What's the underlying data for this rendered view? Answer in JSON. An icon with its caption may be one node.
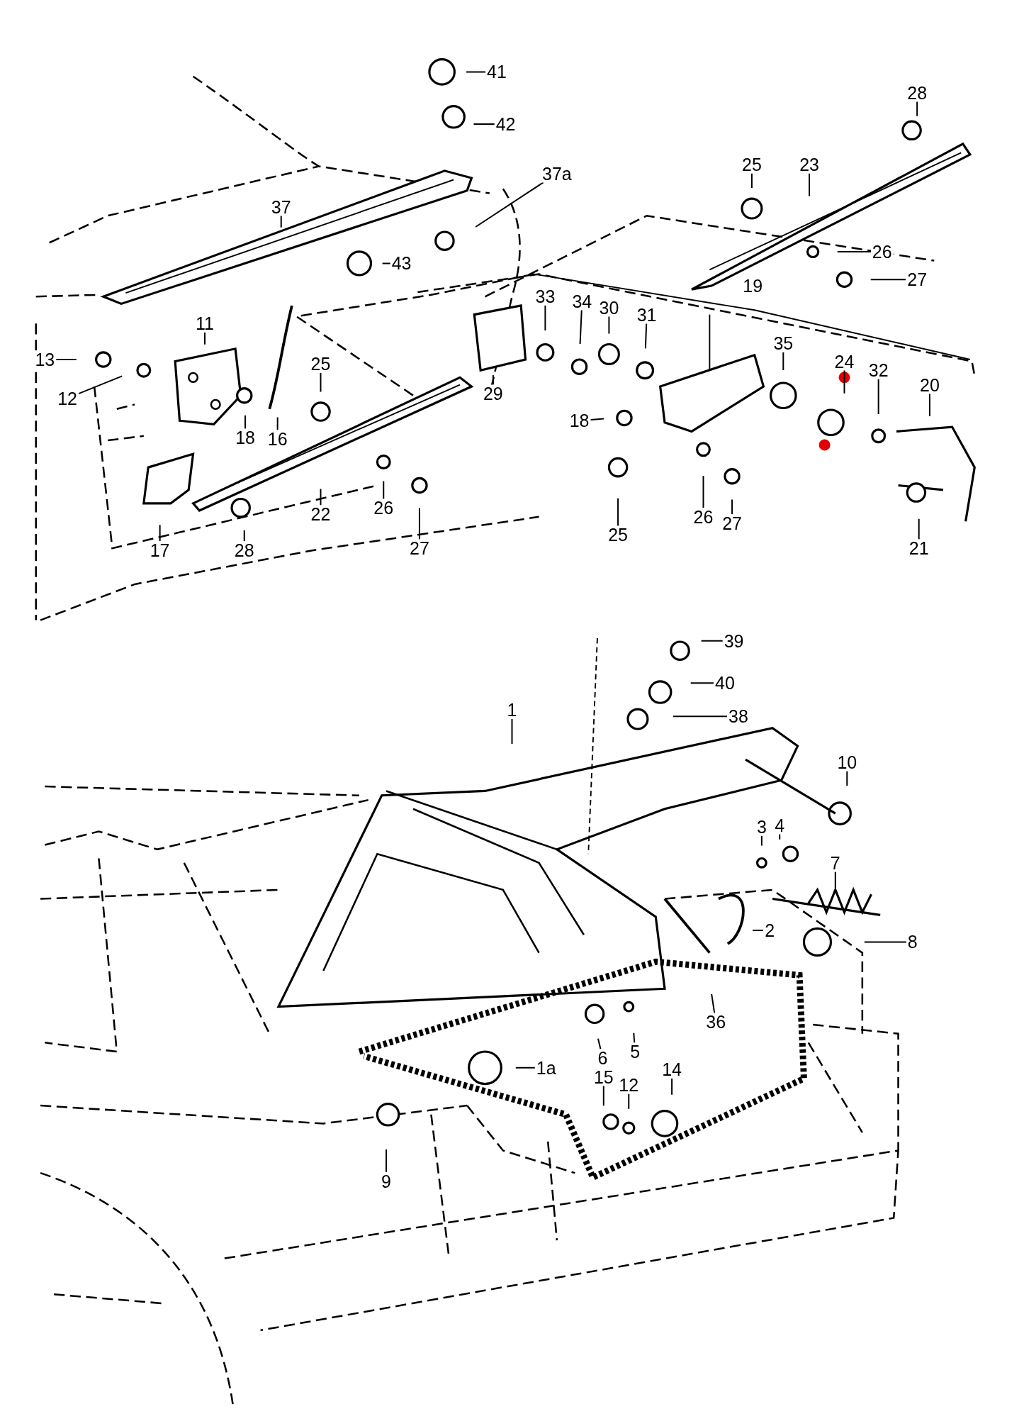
{
  "diagram": {
    "nodes": [
      {
        "text": [
          "41"
        ]
      },
      {
        "text": [
          "42"
        ]
      },
      {
        "text": [
          "37a"
        ]
      },
      {
        "text": [
          "37"
        ]
      },
      {
        "text": [
          "43"
        ]
      },
      {
        "text": [
          "28"
        ]
      },
      {
        "text": [
          "25"
        ]
      },
      {
        "text": [
          "23"
        ]
      },
      {
        "text": [
          "26"
        ]
      },
      {
        "text": [
          "27"
        ]
      },
      {
        "text": [
          "33"
        ]
      },
      {
        "text": [
          "34"
        ]
      },
      {
        "text": [
          "30"
        ]
      },
      {
        "text": [
          "31"
        ]
      },
      {
        "text": [
          "11"
        ]
      },
      {
        "text": [
          "13"
        ]
      },
      {
        "text": [
          "35"
        ]
      },
      {
        "text": [
          "24"
        ]
      },
      {
        "text": [
          "32"
        ]
      },
      {
        "text": [
          "20"
        ]
      },
      {
        "text": [
          "25"
        ]
      },
      {
        "text": [
          "12"
        ]
      },
      {
        "text": [
          "29"
        ]
      },
      {
        "text": [
          "18"
        ]
      },
      {
        "text": [
          "18"
        ]
      },
      {
        "text": [
          "16"
        ]
      },
      {
        "text": [
          "22"
        ]
      },
      {
        "text": [
          "26"
        ]
      },
      {
        "text": [
          "26"
        ]
      },
      {
        "text": [
          "27"
        ]
      },
      {
        "text": [
          "25"
        ]
      },
      {
        "text": [
          "27"
        ]
      },
      {
        "text": [
          "17"
        ]
      },
      {
        "text": [
          "28"
        ]
      },
      {
        "text": [
          "21"
        ]
      },
      {
        "text": [
          "39"
        ]
      },
      {
        "text": [
          "40"
        ]
      },
      {
        "text": [
          "38"
        ]
      },
      {
        "text": [
          "1"
        ]
      },
      {
        "text": [
          "10"
        ]
      },
      {
        "text": [
          "3"
        ]
      },
      {
        "text": [
          "4"
        ]
      },
      {
        "text": [
          "7"
        ]
      },
      {
        "text": [
          "2"
        ]
      },
      {
        "text": [
          "8"
        ]
      },
      {
        "text": [
          "36"
        ]
      },
      {
        "text": [
          "6"
        ]
      },
      {
        "text": [
          "5"
        ]
      },
      {
        "text": [
          "15"
        ]
      },
      {
        "text": [
          "12"
        ]
      },
      {
        "text": [
          "14"
        ]
      },
      {
        "text": [
          "1a"
        ]
      },
      {
        "text": [
          "9"
        ]
      }
    ],
    "edges": [
      {
        "from": 0,
        "to": null,
        "arrow": "none"
      },
      {
        "from": 1,
        "to": null,
        "arrow": "none"
      },
      {
        "from": 2,
        "to": null,
        "arrow": "none"
      },
      {
        "from": 3,
        "to": null,
        "arrow": "none"
      },
      {
        "from": 4,
        "to": null,
        "arrow": "none"
      },
      {
        "from": 5,
        "to": null,
        "arrow": "none"
      },
      {
        "from": 6,
        "to": null,
        "arrow": "none"
      },
      {
        "from": 7,
        "to": null,
        "arrow": "none"
      },
      {
        "from": 8,
        "to": null,
        "arrow": "none"
      },
      {
        "from": 9,
        "to": null,
        "arrow": "none"
      },
      {
        "from": 10,
        "to": null,
        "arrow": "none"
      },
      {
        "from": 11,
        "to": null,
        "arrow": "none"
      },
      {
        "from": 12,
        "to": null,
        "arrow": "none"
      },
      {
        "from": 13,
        "to": null,
        "arrow": "none"
      },
      {
        "from": 14,
        "to": null,
        "arrow": "none"
      },
      {
        "from": 15,
        "to": null,
        "arrow": "none"
      },
      {
        "from": 16,
        "to": null,
        "arrow": "none"
      },
      {
        "from": 17,
        "to": null,
        "arrow": "none"
      },
      {
        "from": 18,
        "to": null,
        "arrow": "none"
      },
      {
        "from": 19,
        "to": null,
        "arrow": "none"
      },
      {
        "from": 20,
        "to": null,
        "arrow": "none"
      },
      {
        "from": 21,
        "to": null,
        "arrow": "none"
      },
      {
        "from": 22,
        "to": null,
        "arrow": "none"
      },
      {
        "from": 23,
        "to": null,
        "arrow": "none"
      },
      {
        "from": 24,
        "to": null,
        "arrow": "none"
      },
      {
        "from": 25,
        "to": null,
        "arrow": "none"
      },
      {
        "from": 26,
        "to": null,
        "arrow": "none"
      },
      {
        "from": 27,
        "to": null,
        "arrow": "none"
      },
      {
        "from": 28,
        "to": null,
        "arrow": "none"
      },
      {
        "from": 29,
        "to": null,
        "arrow": "none"
      },
      {
        "from": 30,
        "to": null,
        "arrow": "none"
      },
      {
        "from": 31,
        "to": null,
        "arrow": "none"
      },
      {
        "from": 32,
        "to": null,
        "arrow": "none"
      },
      {
        "from": 33,
        "to": null,
        "arrow": "none"
      },
      {
        "from": 34,
        "to": null,
        "arrow": "none"
      },
      {
        "from": 35,
        "to": null,
        "arrow": "none"
      },
      {
        "from": 36,
        "to": null,
        "arrow": "none"
      },
      {
        "from": 37,
        "to": null,
        "arrow": "none"
      },
      {
        "from": 38,
        "to": null,
        "arrow": "none"
      },
      {
        "from": 39,
        "to": null,
        "arrow": "none"
      },
      {
        "from": 40,
        "to": null,
        "arrow": "none"
      },
      {
        "from": 41,
        "to": null,
        "arrow": "none"
      },
      {
        "from": 42,
        "to": null,
        "arrow": "none"
      },
      {
        "from": 43,
        "to": null,
        "arrow": "none"
      },
      {
        "from": 44,
        "to": null,
        "arrow": "none"
      },
      {
        "from": 45,
        "to": null,
        "arrow": "none"
      },
      {
        "from": 46,
        "to": null,
        "arrow": "none"
      },
      {
        "from": 47,
        "to": null,
        "arrow": "none"
      },
      {
        "from": 48,
        "to": null,
        "arrow": "none"
      },
      {
        "from": 49,
        "to": null,
        "arrow": "none"
      },
      {
        "from": 50,
        "to": null,
        "arrow": "none"
      },
      {
        "from": 51,
        "to": null,
        "arrow": "none"
      },
      {
        "from": 52,
        "to": null,
        "arrow": "none"
      }
    ],
    "labels": [
      "19"
    ]
  }
}
